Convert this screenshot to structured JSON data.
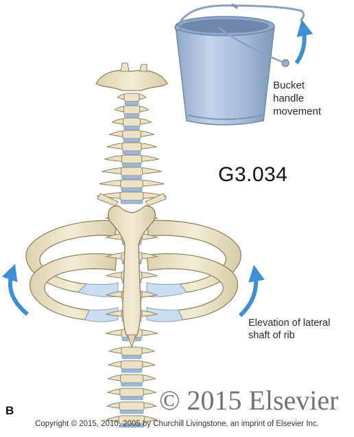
{
  "labels": {
    "bucket_handle": [
      "Bucket",
      "handle",
      "movement"
    ],
    "figure_code": "G3.034",
    "rib_elevation": [
      "Elevation of lateral",
      "shaft of rib"
    ],
    "panel_letter": "B"
  },
  "watermark": "© 2015 Elsevier",
  "copyright": "Copyright © 2015, 2010, 2005 by Churchill Livingstone, an imprint of Elsevier Inc.",
  "colors": {
    "bone": "#ece3c6",
    "bone_outline": "#8f8462",
    "cartilage": "#c9def0",
    "disc": "#9db8d8",
    "bucket": "#a9c0dd",
    "bucket_dark": "#7d97b9",
    "arrow": "#3f8fd4"
  }
}
